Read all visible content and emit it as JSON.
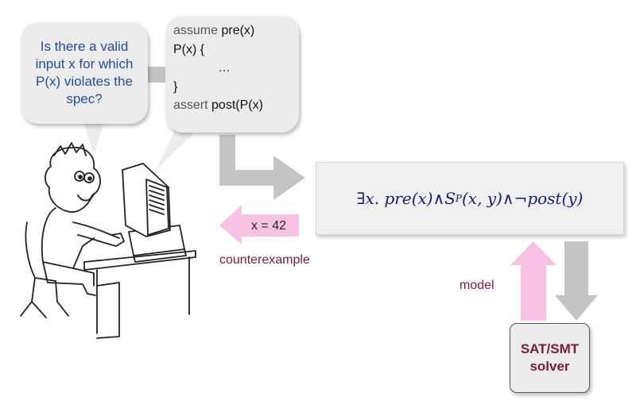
{
  "question_bubble": {
    "text": "Is there a valid input x for which P(x) violates the spec?"
  },
  "code_bubble": {
    "line1_kw": "assume",
    "line1_expr": " pre(x)",
    "line2": "P(x) {",
    "line3": "…",
    "line4": "}",
    "line5_kw": "assert",
    "line5_expr": " post(P(x)"
  },
  "formula": {
    "exists": "∃",
    "var": "x",
    "dot": " .",
    "pre": "pre",
    "pre_arg": "(x)",
    "and1": " ∧ ",
    "s": "S",
    "s_sub": "P",
    "s_arg": "(x, y)",
    "and2": " ∧ ",
    "neg": "¬",
    "post": "post",
    "post_arg": "(y)"
  },
  "counterexample": {
    "value": "x = 42",
    "label": "counterexample"
  },
  "model_label": "model",
  "solver": {
    "line1": "SAT/SMT",
    "line2": "solver"
  },
  "colors": {
    "question_text": "#1f4e9a",
    "accent_text": "#7a1a3e",
    "bubble_fill": "#ececec",
    "gray_arrow": "#c4c4c4",
    "pink_arrow": "#f8c2e4",
    "formula_text": "#1a1a7a"
  },
  "icons": {
    "person": "person-at-computer-icon"
  }
}
